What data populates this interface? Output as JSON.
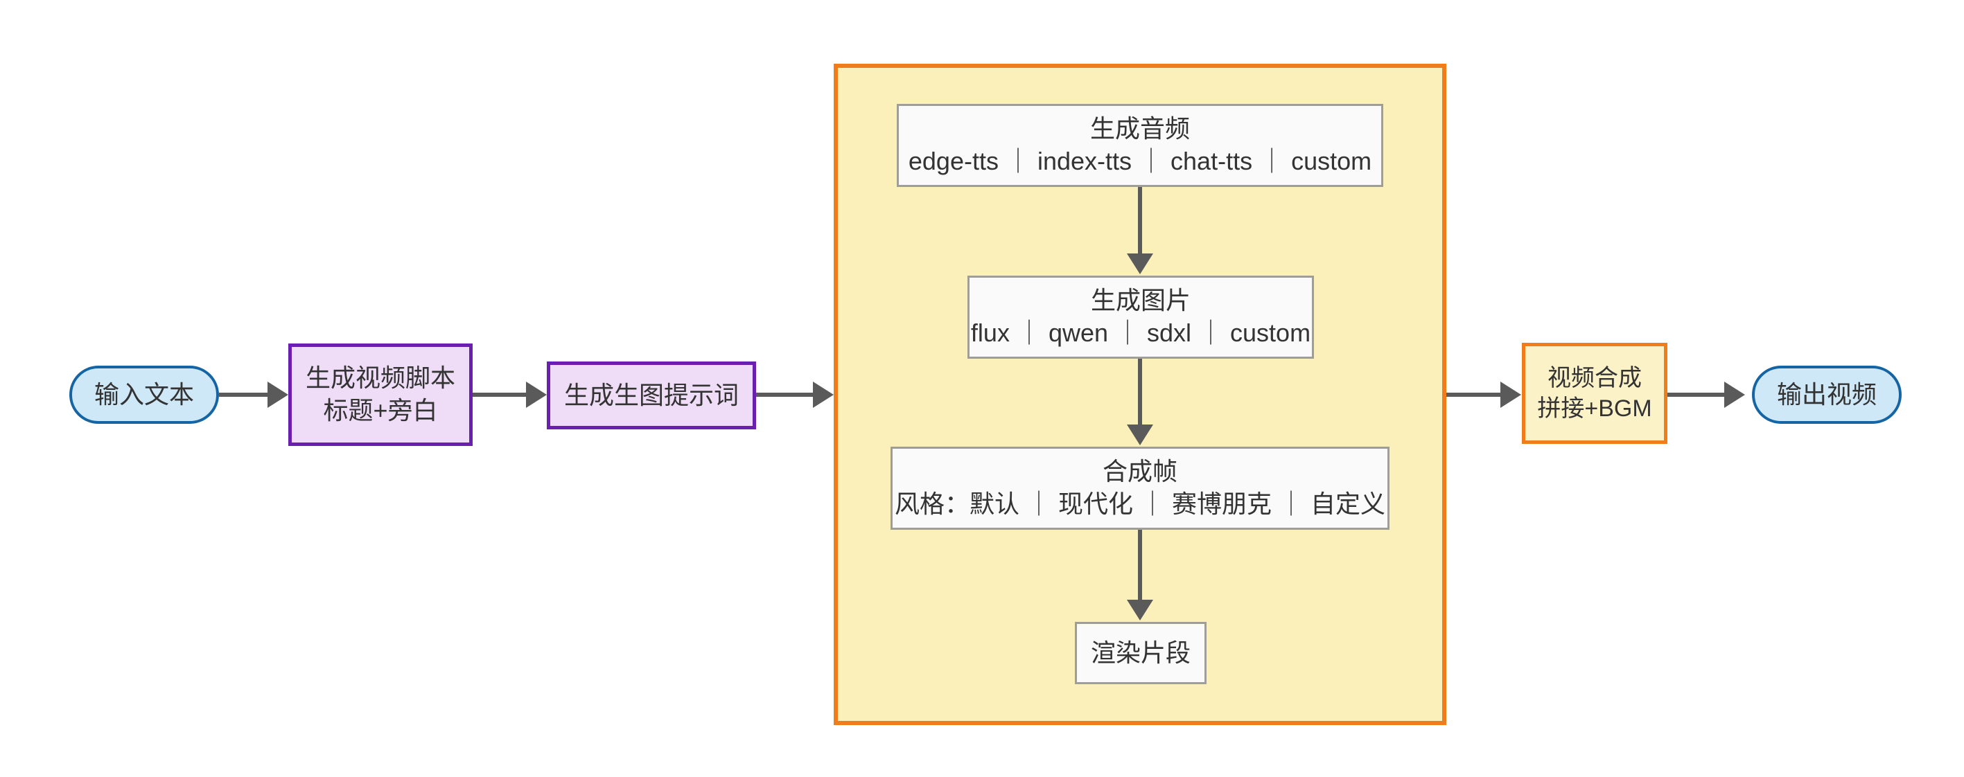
{
  "diagram": {
    "type": "flowchart",
    "direction": "left-to-right",
    "nodes": {
      "input_text": {
        "label": "输入文本",
        "shape": "stadium",
        "fill": "#cfe8f7",
        "stroke": "#1565a4"
      },
      "script": {
        "line1": "生成视频脚本",
        "line2": "标题+旁白",
        "shape": "rect",
        "fill": "#efddf7",
        "stroke": "#6a1fb0"
      },
      "prompt": {
        "label": "生成生图提示词",
        "shape": "rect",
        "fill": "#efddf7",
        "stroke": "#6a1fb0"
      },
      "audio": {
        "line1": "生成音频",
        "line2": "edge-tts ｜ index-tts ｜ chat-tts ｜ custom",
        "shape": "rect",
        "fill": "#fafafa",
        "stroke": "#9e9e96"
      },
      "image": {
        "line1": "生成图片",
        "line2": "flux ｜ qwen ｜ sdxl ｜ custom",
        "shape": "rect",
        "fill": "#fafafa",
        "stroke": "#9e9e96"
      },
      "frame": {
        "line1": "合成帧",
        "line2": "风格：默认 ｜ 现代化 ｜ 赛博朋克 ｜ 自定义",
        "shape": "rect",
        "fill": "#fafafa",
        "stroke": "#9e9e96"
      },
      "render": {
        "label": "渲染片段",
        "shape": "rect",
        "fill": "#fafafa",
        "stroke": "#9e9e96"
      },
      "compose": {
        "line1": "视频合成",
        "line2": "拼接+BGM",
        "shape": "rect",
        "fill": "#fcf2c8",
        "stroke": "#f07d1a"
      },
      "output_video": {
        "label": "输出视频",
        "shape": "stadium",
        "fill": "#cfe8f7",
        "stroke": "#1565a4"
      }
    },
    "subgraph": {
      "name": "per-segment-pipeline",
      "fill": "#fcf0ba",
      "stroke": "#f07d1a"
    },
    "edges": [
      {
        "from": "input_text",
        "to": "script"
      },
      {
        "from": "script",
        "to": "prompt"
      },
      {
        "from": "prompt",
        "to": "subgraph"
      },
      {
        "from": "audio",
        "to": "image"
      },
      {
        "from": "image",
        "to": "frame"
      },
      {
        "from": "frame",
        "to": "render"
      },
      {
        "from": "subgraph",
        "to": "compose"
      },
      {
        "from": "compose",
        "to": "output_video"
      }
    ],
    "edge_color": "#5a5a5a"
  }
}
